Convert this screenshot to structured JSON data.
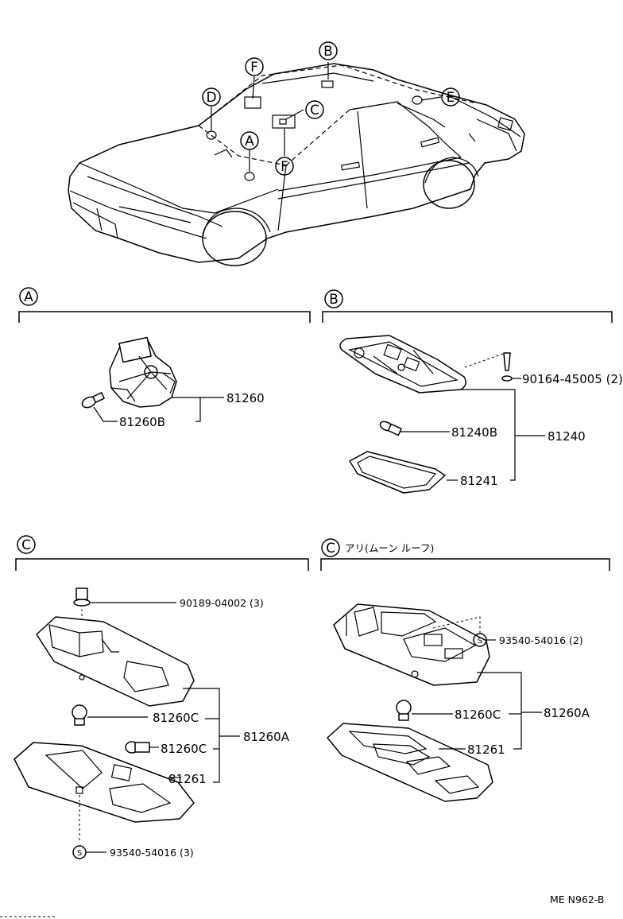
{
  "car_callouts": {
    "A": "A",
    "B": "B",
    "C": "C",
    "D": "D",
    "E": "E",
    "F1": "F",
    "F2": "F"
  },
  "section_a": {
    "tag": "A",
    "parts": {
      "lamp": "81260",
      "bulb": "81260B"
    }
  },
  "section_b": {
    "tag": "B",
    "parts": {
      "screw": "90164-45005 (2)",
      "bulb": "81240B",
      "assy": "81240",
      "lens": "81241"
    }
  },
  "section_c": {
    "tag": "C",
    "parts": {
      "clip": "90189-04002 (3)",
      "bulb_a": "81260C",
      "bulb_b": "81260C",
      "assy": "81260A",
      "lens": "81261",
      "screw_mark": "S",
      "screw": "93540-54016 (3)"
    }
  },
  "section_c_moonroof": {
    "tag": "C",
    "subtitle": "アリ(ムーン ルーフ)",
    "parts": {
      "screw_mark": "S",
      "screw": "93540-54016 (2)",
      "bulb": "81260C",
      "assy": "81260A",
      "lens": "81261"
    }
  },
  "doc_code": "ME N962-B"
}
